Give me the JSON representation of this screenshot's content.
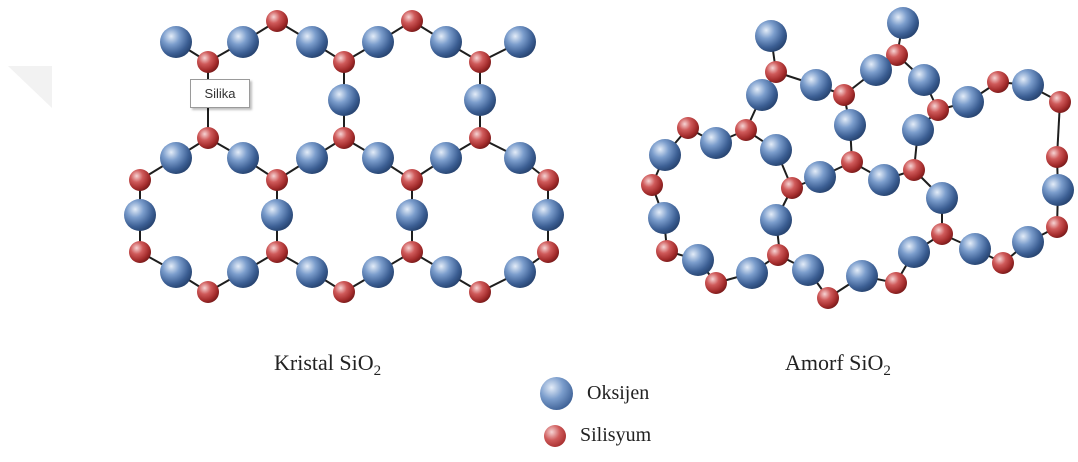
{
  "colors": {
    "oxygen": "#5b7fb5",
    "silicon": "#c44a4a",
    "bond": "#1e1e1e"
  },
  "tooltip": {
    "text": "Silika"
  },
  "captions": {
    "crystal": {
      "text": "Kristal SiO",
      "sub": "2"
    },
    "amorphous": {
      "text": "Amorf SiO",
      "sub": "2"
    }
  },
  "legend": {
    "oxygen": {
      "label": "Oksijen",
      "icon": "blue-sphere"
    },
    "silicon": {
      "label": "Silisyum",
      "icon": "red-sphere"
    }
  }
}
